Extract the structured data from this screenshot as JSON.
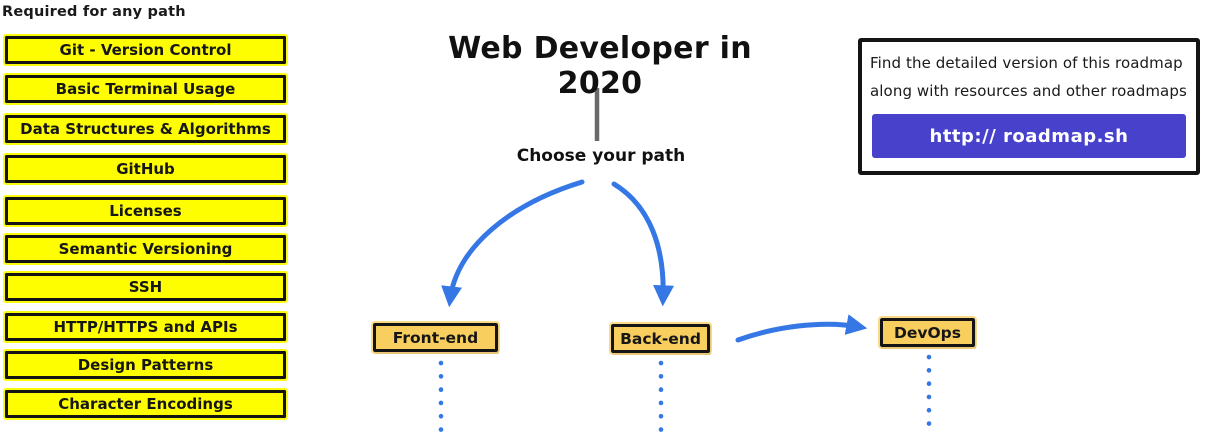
{
  "page": {
    "title": "Web Developer in 2020",
    "subtitle": "Choose your path"
  },
  "sidebar": {
    "heading": "Required for any path",
    "items": [
      {
        "label": "Git - Version Control"
      },
      {
        "label": "Basic Terminal Usage"
      },
      {
        "label": "Data Structures & Algorithms"
      },
      {
        "label": "GitHub"
      },
      {
        "label": "Licenses"
      },
      {
        "label": "Semantic Versioning"
      },
      {
        "label": "SSH"
      },
      {
        "label": "HTTP/HTTPS and APIs"
      },
      {
        "label": "Design Patterns"
      },
      {
        "label": "Character Encodings"
      }
    ]
  },
  "paths": {
    "nodes": [
      {
        "id": "front-end",
        "label": "Front-end"
      },
      {
        "id": "back-end",
        "label": "Back-end"
      },
      {
        "id": "devops",
        "label": "DevOps"
      }
    ]
  },
  "info_box": {
    "text_line1": "Find the detailed version of this roadmap",
    "text_line2": "along with resources and other roadmaps",
    "link_label": "http:// roadmap.sh"
  },
  "colors": {
    "highlight_yellow": "#FEFE00",
    "node_fill": "#F8CE5E",
    "arrow_blue": "#3578E5",
    "link_button_purple": "#4741CB",
    "outline_black": "#141414",
    "stem_gray": "#6A6A6A"
  }
}
